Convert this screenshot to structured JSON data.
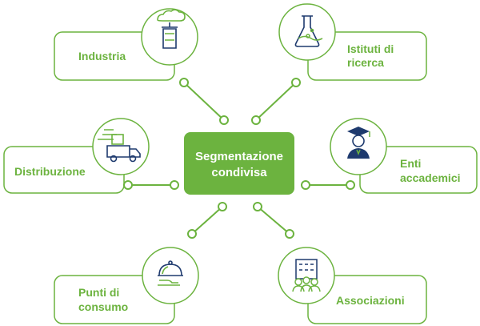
{
  "center": {
    "line1": "Segmentazione",
    "line2": "condivisa"
  },
  "nodes": {
    "industria": {
      "label": "Industria",
      "icon": "factory-icon"
    },
    "istituti": {
      "line1": "Istituti di",
      "line2": "ricerca",
      "icon": "flask-icon"
    },
    "distribuzione": {
      "label": "Distribuzione",
      "icon": "truck-icon"
    },
    "enti": {
      "line1": "Enti",
      "line2": "accademici",
      "icon": "graduate-icon"
    },
    "punti": {
      "line1": "Punti di",
      "line2": "consumo",
      "icon": "cloche-icon"
    },
    "associazioni": {
      "label": "Associazioni",
      "icon": "people-building-icon"
    }
  },
  "colors": {
    "green": "#6cb33f",
    "center_fill": "#6cb33f",
    "navy": "#1e3a6e"
  }
}
